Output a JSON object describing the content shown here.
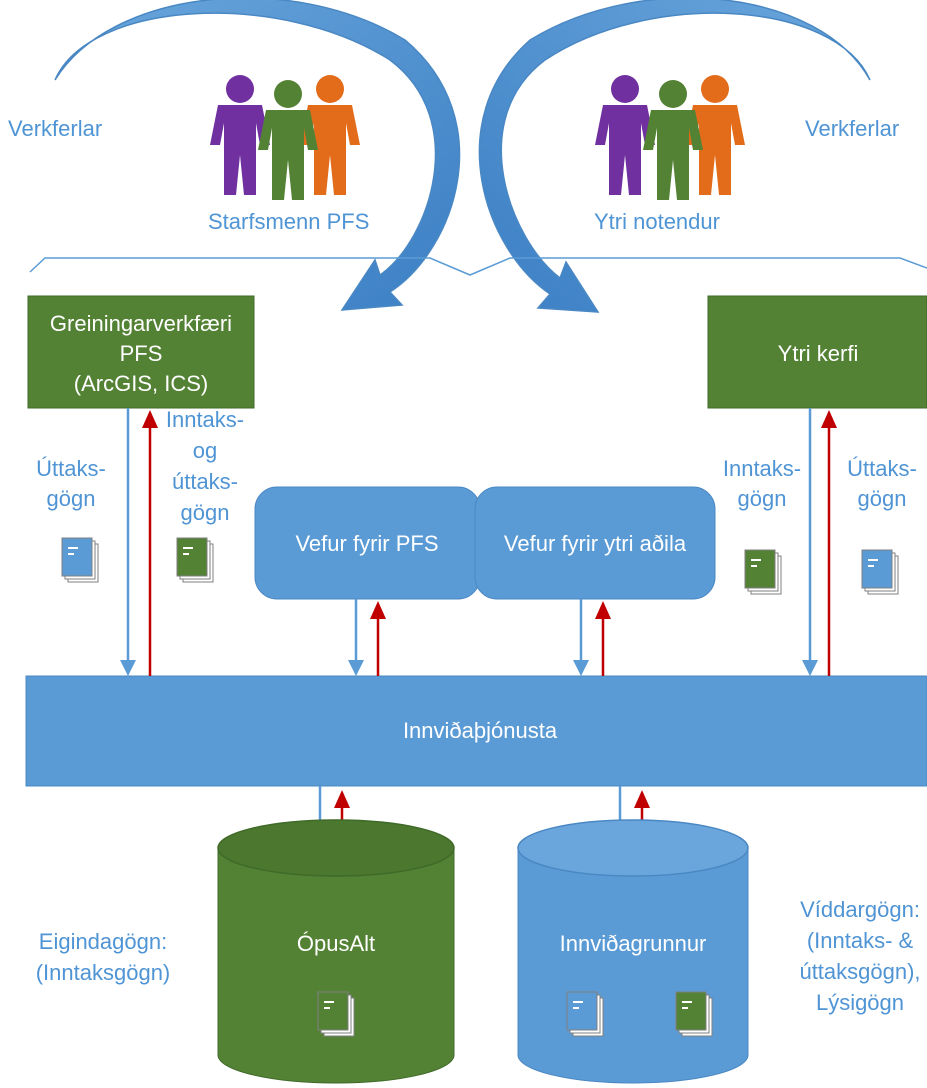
{
  "colors": {
    "blue": "#5b9bd5",
    "blue_dark": "#4a88c4",
    "green": "#548235",
    "green_dark": "#3f6a28",
    "arrow_down": "#5b9bd5",
    "arrow_up": "#c00000",
    "text_blue": "#4f94d4",
    "purple": "#7030a0",
    "orange": "#e36c1a",
    "person_green": "#548235"
  },
  "top": {
    "process_left": "Verkferlar",
    "process_right": "Verkferlar",
    "staff_label": "Starfsmenn PFS",
    "external_users_label": "Ytri notendur"
  },
  "left_system": {
    "lines": [
      "Greiningarverkfæri",
      "PFS",
      "(ArcGIS, ICS)"
    ],
    "output_lines": [
      "Úttaks-",
      "gögn"
    ],
    "input_lines": [
      "Inntaks-",
      "og",
      "úttaks-",
      "gögn"
    ]
  },
  "right_system": {
    "label": "Ytri kerfi",
    "input_lines": [
      "Inntaks-",
      "gögn"
    ],
    "output_lines": [
      "Úttaks-",
      "gögn"
    ]
  },
  "web": {
    "pfs_label": "Vefur fyrir PFS",
    "external_label": "Vefur fyrir ytri aðila"
  },
  "service_bar": {
    "label": "Innviðaþjónusta"
  },
  "databases": {
    "left_label": "ÓpusAlt",
    "right_label": "Innviðagrunnur"
  },
  "bottom_notes": {
    "left_lines": [
      "Eigindagögn:",
      "(Inntaksgögn)"
    ],
    "right_lines": [
      "Víddargögn:",
      "(Inntaks- &",
      "úttaksgögn),",
      "Lýsigögn"
    ]
  },
  "icons": {
    "people_left": "people-group-icon",
    "people_right": "people-group-icon",
    "document_blue": "document-stack-icon",
    "document_green": "document-stack-icon",
    "curved_arrow": "curved-arrow-icon"
  }
}
